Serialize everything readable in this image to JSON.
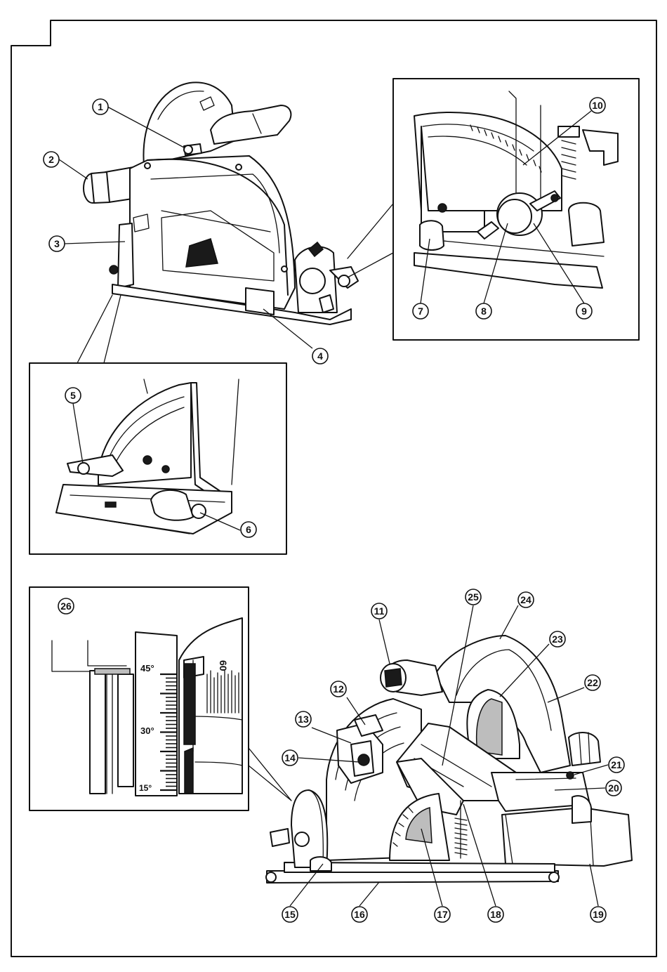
{
  "callouts": [
    {
      "id": "1",
      "label": "1"
    },
    {
      "id": "2",
      "label": "2"
    },
    {
      "id": "3",
      "label": "3"
    },
    {
      "id": "4",
      "label": "4"
    },
    {
      "id": "5",
      "label": "5"
    },
    {
      "id": "6",
      "label": "6"
    },
    {
      "id": "7",
      "label": "7"
    },
    {
      "id": "8",
      "label": "8"
    },
    {
      "id": "9",
      "label": "9"
    },
    {
      "id": "10",
      "label": "10"
    },
    {
      "id": "11",
      "label": "11"
    },
    {
      "id": "12",
      "label": "12"
    },
    {
      "id": "13",
      "label": "13"
    },
    {
      "id": "14",
      "label": "14"
    },
    {
      "id": "15",
      "label": "15"
    },
    {
      "id": "16",
      "label": "16"
    },
    {
      "id": "17",
      "label": "17"
    },
    {
      "id": "18",
      "label": "18"
    },
    {
      "id": "19",
      "label": "19"
    },
    {
      "id": "20",
      "label": "20"
    },
    {
      "id": "21",
      "label": "21"
    },
    {
      "id": "22",
      "label": "22"
    },
    {
      "id": "23",
      "label": "23"
    },
    {
      "id": "24",
      "label": "24"
    },
    {
      "id": "25",
      "label": "25"
    },
    {
      "id": "26",
      "label": "26"
    }
  ],
  "bevel_scale": {
    "labels": [
      "45°",
      "30°",
      "15°"
    ],
    "depth_label": "60"
  }
}
